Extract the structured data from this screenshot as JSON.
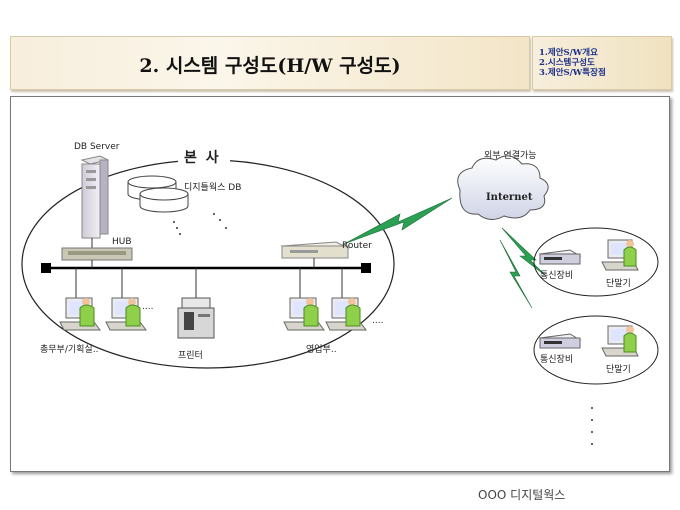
{
  "header": {
    "title": "2. 시스템 구성도(H/W 구성도)",
    "toc": [
      "1.제안S/W개요",
      "2.시스템구성도",
      "3.제안S/W특장점"
    ]
  },
  "diagram": {
    "hq_title": "본 사",
    "db_server": "DB Server",
    "db_label": "디지틀웍스 DB",
    "hub": "HUB",
    "router": "Router",
    "internet": "Internet",
    "external": "외부 연결가능",
    "dept1": "총무부/기획실..",
    "printer": "프린터",
    "dept2": "영업부..",
    "ellipsis": "....",
    "remote1_device": "통신장비",
    "remote1_terminal": "단말기",
    "remote2_device": "통신장비",
    "remote2_terminal": "단말기"
  },
  "footer": {
    "company": "OOO 디지털웍스"
  }
}
